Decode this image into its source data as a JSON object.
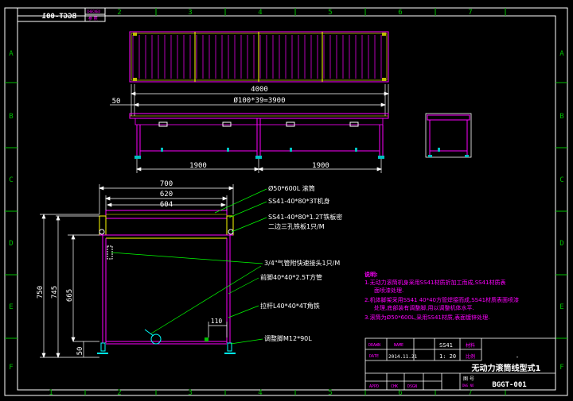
{
  "colors": {
    "background": "#000000",
    "frame": "#ffffff",
    "border_green": "#00c000",
    "magenta": "#ff00ff",
    "yellow": "#ffff00",
    "cyan": "#00ffff",
    "gray": "#c0c0c0"
  },
  "border": {
    "cols_top": [
      "2",
      "3",
      "4",
      "5",
      "6",
      "7"
    ],
    "cols_bottom": [
      "1",
      "2",
      "3",
      "4",
      "5",
      "6",
      "7"
    ],
    "rows_left": [
      "A",
      "B",
      "C",
      "D",
      "E",
      "F"
    ],
    "rows_right": [
      "A",
      "B",
      "C",
      "D",
      "E",
      "F"
    ]
  },
  "stamp": {
    "code_mirrored": "BGGT-001",
    "small1": "CHECKED",
    "small2": "参 照"
  },
  "top_view": {
    "dim_total": "4000",
    "dim_rollers": "Ø100*39=3900",
    "dim_offset": "50",
    "dim_span1": "1900",
    "dim_span2": "1900"
  },
  "section_view": {
    "dim_700": "700",
    "dim_620": "620",
    "dim_604": "604",
    "dim_750": "750",
    "dim_745": "745",
    "dim_665": "665",
    "dim_50": "50",
    "dim_110": "110",
    "labels": {
      "roller": "Ø50*600L 滚筒",
      "frame1": "SS41-40*80*3T机身",
      "frame2_a": "SS41-40*80*1.2T铁板密",
      "frame2_b": "二边三孔铁板1只/M",
      "fitting": "3/4\"气管附快速接头1只/M",
      "leg": "前脚40*40*2.5T方管",
      "brace": "拉杆L40*40*4T角铁",
      "foot": "调整脚M12*90L"
    }
  },
  "notes": {
    "title": "说明:",
    "line1": "1.无动力滚筒机身采用SS41材质折加工而成,SS41材质表",
    "line2": "面喷漆处理.",
    "line3": "2.机体脚架采用SS41 40*40方管焊接而成,SS41材质表面喷漆",
    "line4": "处理,底部装有调整脚,用以调整机体水平.",
    "line5": "3.滚筒为Ø50*600L,采用SS41材质,表面镀锌处理."
  },
  "title_block": {
    "r1": [
      "DRAWN",
      "NAME",
      "",
      "SS41",
      "材料"
    ],
    "r2": [
      "DATE",
      "2014.11.21",
      "",
      "1: 20",
      "比例"
    ],
    "dash": "-",
    "title": "无动力滚筒线型式1",
    "r4": [
      "APPD",
      "CHK",
      "DSGN",
      "",
      ""
    ],
    "dwg_label": "图 号",
    "dwg_label2": "DWG NO",
    "dwg_no": "BGGT-001"
  }
}
